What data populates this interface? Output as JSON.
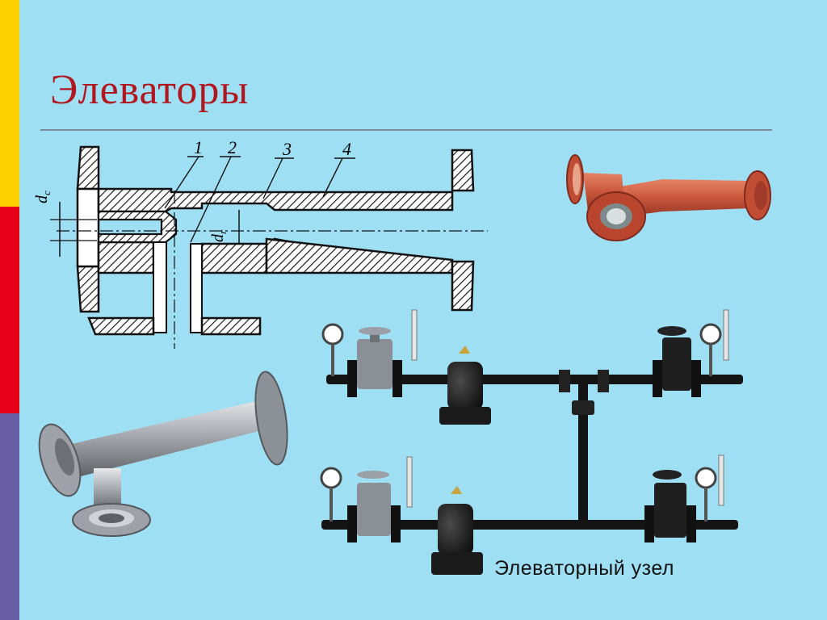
{
  "slide": {
    "title": "Элеваторы",
    "caption": "Элеваторный узел"
  },
  "drawing": {
    "callouts": [
      "1",
      "2",
      "3",
      "4"
    ],
    "dim_nozzle": "dc",
    "dim_throat": "dr"
  },
  "colors": {
    "background": "#9fdff4",
    "title": "#b0171f",
    "stripe_yellow": "#ffd000",
    "stripe_red": "#e8001a",
    "stripe_purple": "#6a5fa6",
    "elevator_red": "#c9553c",
    "elevator_steel": "#9ea2a8",
    "pipe": "#141414"
  }
}
